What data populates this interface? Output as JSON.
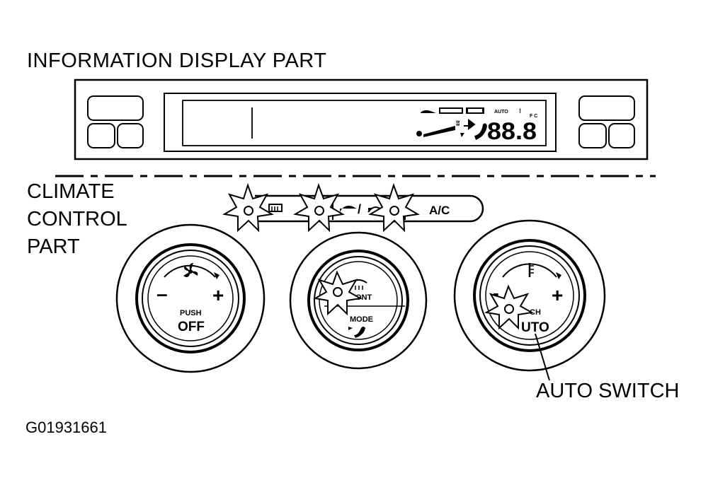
{
  "diagram": {
    "title": "INFORMATION DISPLAY PART",
    "section_label_lines": [
      "CLIMATE",
      "CONTROL",
      "PART"
    ],
    "callout": "AUTO SWITCH",
    "figure_id": "G01931661"
  },
  "display": {
    "digits": "88.8",
    "ac_label": "A/C"
  },
  "knobs": {
    "fan": {
      "minus": "–",
      "plus": "+",
      "line1": "PUSH",
      "line2": "OFF"
    },
    "mode": {
      "top_label": "ONT",
      "line1": "MODE"
    },
    "temp": {
      "minus": "-",
      "plus": "+",
      "line1": "CH",
      "line2": "UTO"
    }
  },
  "colors": {
    "ink": "#000000",
    "paper": "#ffffff"
  }
}
